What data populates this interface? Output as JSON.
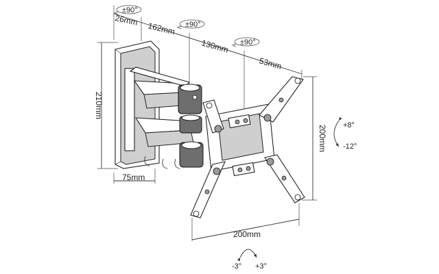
{
  "dimensions": {
    "d26": "26mm",
    "d162": "162mm",
    "d130": "130mm",
    "d53": "53mm",
    "d210": "210mm",
    "d75": "75mm",
    "d200v": "200mm",
    "d200h": "200mm"
  },
  "rotations": {
    "swivel1": "±90°",
    "swivel2": "±90°",
    "swivel3": "±90°",
    "tilt_up": "+8°",
    "tilt_down": "-12°",
    "level_left": "-3°",
    "level_right": "+3°"
  }
}
